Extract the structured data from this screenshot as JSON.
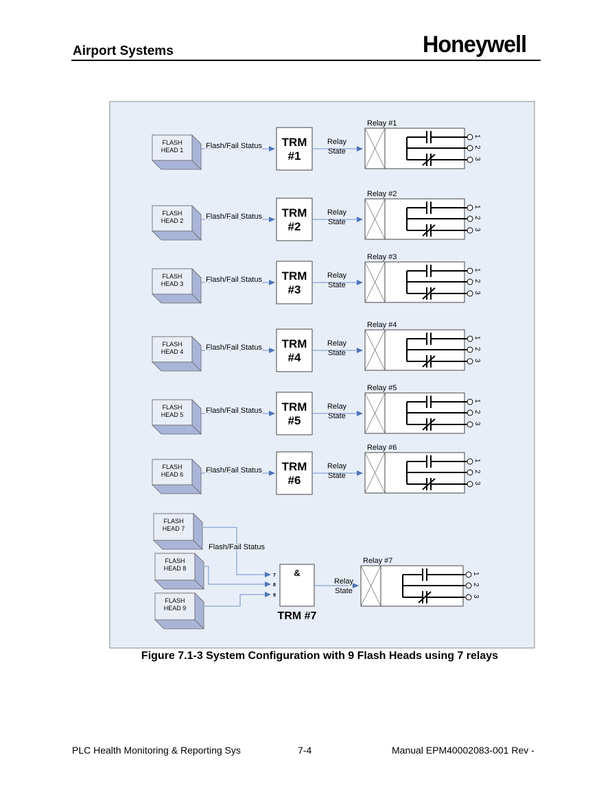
{
  "header": {
    "title": "Airport Systems",
    "logo_text": "Honeywell"
  },
  "diagram": {
    "rows": [
      {
        "flash_line1": "FLASH",
        "flash_line2": "HEAD 1",
        "signal": "Flash/Fail Status",
        "trm_line1": "TRM",
        "trm_line2": "#1",
        "relay_state_line1": "Relay",
        "relay_state_line2": "State",
        "relay_label": "Relay #1"
      },
      {
        "flash_line1": "FLASH",
        "flash_line2": "HEAD 2",
        "signal": "Flash/Fail Status",
        "trm_line1": "TRM",
        "trm_line2": "#2",
        "relay_state_line1": "Relay",
        "relay_state_line2": "State",
        "relay_label": "Relay #2"
      },
      {
        "flash_line1": "FLASH",
        "flash_line2": "HEAD 3",
        "signal": "Flash/Fail Status",
        "trm_line1": "TRM",
        "trm_line2": "#3",
        "relay_state_line1": "Relay",
        "relay_state_line2": "State",
        "relay_label": "Relay #3"
      },
      {
        "flash_line1": "FLASH",
        "flash_line2": "HEAD 4",
        "signal": "Flash/Fail Status",
        "trm_line1": "TRM",
        "trm_line2": "#4",
        "relay_state_line1": "Relay",
        "relay_state_line2": "State",
        "relay_label": "Relay #4"
      },
      {
        "flash_line1": "FLASH",
        "flash_line2": "HEAD 5",
        "signal": "Flash/Fail Status",
        "trm_line1": "TRM",
        "trm_line2": "#5",
        "relay_state_line1": "Relay",
        "relay_state_line2": "State",
        "relay_label": "Relay #5"
      },
      {
        "flash_line1": "FLASH",
        "flash_line2": "HEAD 6",
        "signal": "Flash/Fail Status",
        "trm_line1": "TRM",
        "trm_line2": "#6",
        "relay_state_line1": "Relay",
        "relay_state_line2": "State",
        "relay_label": "Relay #6"
      }
    ],
    "terminals": [
      "1",
      "2",
      "3"
    ],
    "group": {
      "flash_heads": [
        {
          "line1": "FLASH",
          "line2": "HEAD 7"
        },
        {
          "line1": "FLASH",
          "line2": "HEAD 8"
        },
        {
          "line1": "FLASH",
          "line2": "HEAD 9"
        }
      ],
      "signal": "Flash/Fail Status",
      "gate_symbol": "&",
      "gate_inputs": [
        "7",
        "8",
        "9"
      ],
      "trm_label": "TRM #7",
      "relay_state_line1": "Relay",
      "relay_state_line2": "State",
      "relay_label": "Relay #7"
    }
  },
  "caption": "Figure 7.1-3 System Configuration with 9 Flash Heads using 7 relays",
  "footer": {
    "left": "PLC Health Monitoring & Reporting Sys",
    "center": "7-4",
    "right": "Manual EPM40002083-001 Rev -"
  },
  "colors": {
    "panel_fill": "#e8eef8",
    "box_front": "#e9edf6",
    "box_top": "#d8dfee",
    "box_side": "#a9b5d8",
    "connector": "#6f90c8"
  }
}
